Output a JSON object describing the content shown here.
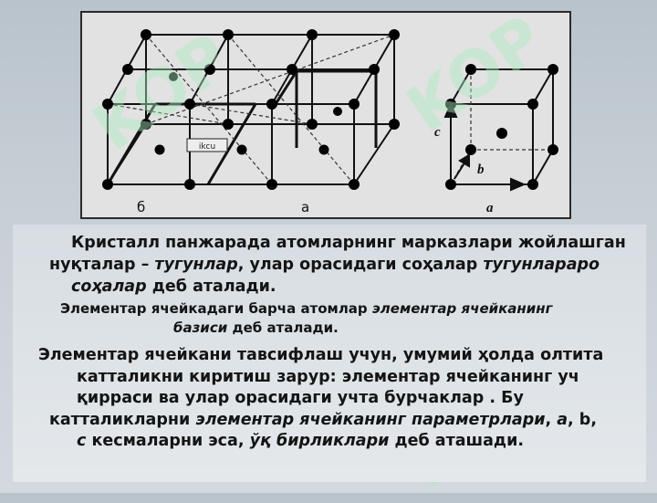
{
  "figure": {
    "label_b_cyr": "б",
    "label_a_cyr": "а",
    "label_a_lat": "a",
    "axis_c": "c",
    "axis_b": "b",
    "axis_a": "a",
    "small_box_label": "ikcu"
  },
  "watermark": "KOP",
  "p1": {
    "t1": "Кристалл панжарада атомларнинг марказлари жойлашган",
    "t2": "нуқталар – ",
    "t3": "тугунлар",
    "t4": ", улар орасидаги соҳалар ",
    "t5": "тугунлараро",
    "t6": "соҳалар",
    "t7": " деб аталади."
  },
  "p2": {
    "t1": "Элементар ячейкадаги барча атомлар  ",
    "t2": "элементар ячейканинг",
    "t3": "базиси",
    "t4": " деб аталади."
  },
  "p3": {
    "t1": "Элементар ячейкани тавсифлаш учун, умумий ҳолда олтита",
    "t2": "катталикни киритиш зарур: элементар ячейканинг уч",
    "t3": "қирраси  ва улар орасидаги учта бурчаклар . Бу",
    "t4": "катталикларни ",
    "t5": "элементар ячейканинг параметрлари",
    "t6": ", ",
    "t7": "a",
    "t8": ", ",
    "t9": "b",
    "t10": ",",
    "t11": "c",
    "t12": " кесмаларни эса, ",
    "t13": "ўқ бирликлари",
    "t14": " деб аташади."
  }
}
